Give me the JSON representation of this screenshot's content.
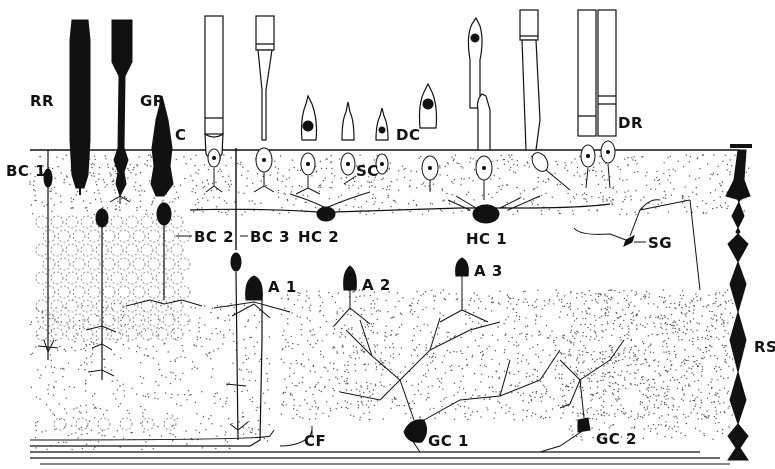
{
  "figure": {
    "labels": {
      "rr": "RR",
      "gr": "GR",
      "c": "C",
      "dc": "DC",
      "dr": "DR",
      "bc1": "BC 1",
      "bc2": "BC 2",
      "bc3": "BC 3",
      "sc": "SC",
      "hc2": "HC 2",
      "hc1": "HC 1",
      "sg": "SG",
      "a1": "A 1",
      "a2": "A 2",
      "a3": "A 3",
      "rs": "RS",
      "cf": "CF",
      "gc1": "GC 1",
      "gc2": "GC 2"
    },
    "colors": {
      "ink": "#111111",
      "paper": "#ffffff"
    }
  }
}
